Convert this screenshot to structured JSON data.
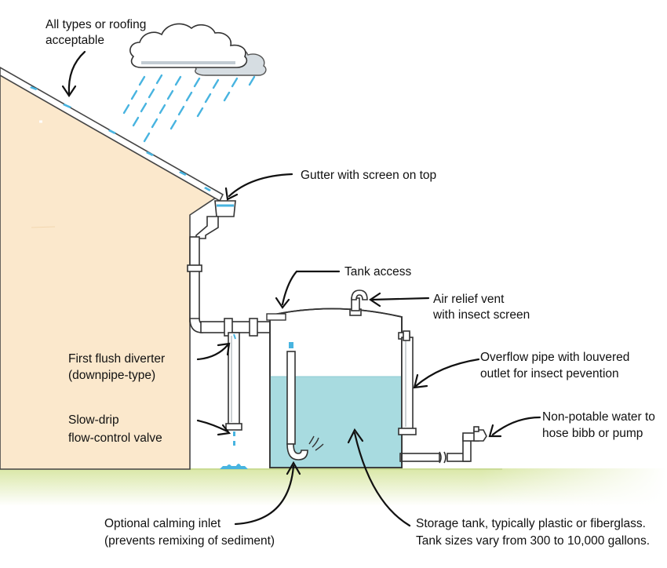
{
  "labels": {
    "roofing": [
      "All types or roofing",
      "acceptable"
    ],
    "gutter": [
      "Gutter with screen on top"
    ],
    "tank_access": [
      "Tank access"
    ],
    "air_vent": [
      "Air relief vent",
      "with insect screen"
    ],
    "first_flush": [
      "First flush diverter",
      "(downpipe-type)"
    ],
    "slow_drip": [
      "Slow-drip",
      "flow-control valve"
    ],
    "overflow": [
      "Overflow pipe with louvered",
      "outlet for insect pevention"
    ],
    "non_potable": [
      "Non-potable water to",
      "hose bibb or pump"
    ],
    "calming_inlet": [
      "Optional calming inlet",
      "(prevents remixing of sediment)"
    ],
    "storage_tank": [
      "Storage tank, typically plastic or fiberglass.",
      "Tank sizes vary from 300 to 10,000 gallons."
    ]
  },
  "colors": {
    "house_wall": "#fbe8cc",
    "water": "#a8dbe0",
    "rain": "#48b4e0",
    "ground": "#e6efc4",
    "roof_accent": "#48b4e0"
  }
}
